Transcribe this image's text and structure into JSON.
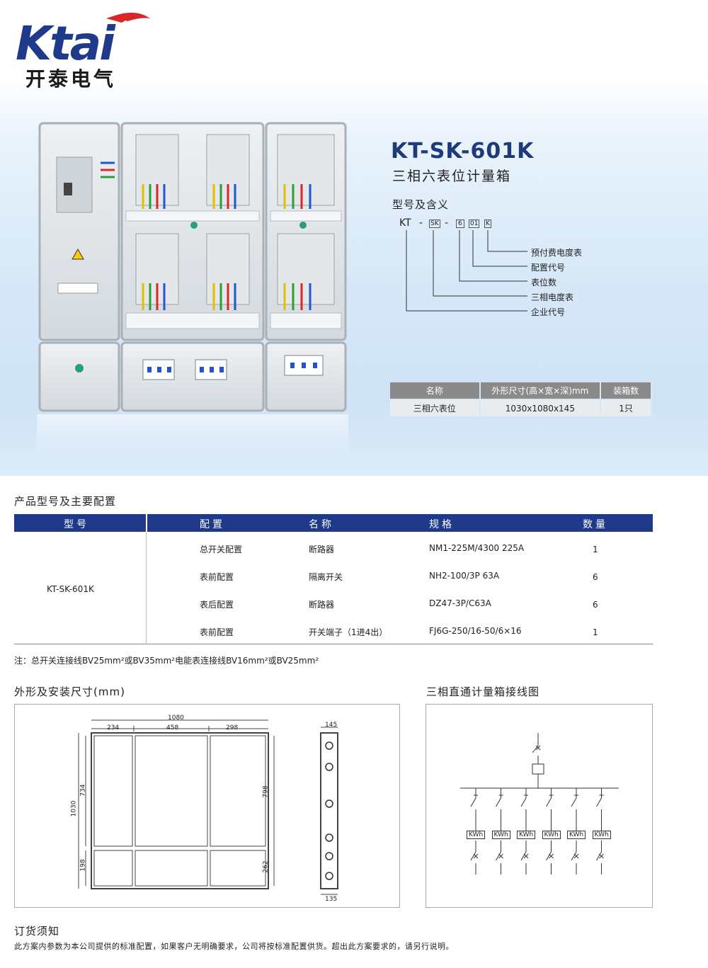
{
  "brand": {
    "logo_text": "Ktai",
    "name_cn": "开泰电气",
    "color_blue": "#1f3a8a",
    "color_red": "#d9262b"
  },
  "product": {
    "model": "KT-SK-601K",
    "subtitle": "三相六表位计量箱",
    "meaning_title": "型号及含义",
    "code": {
      "prefix": "KT",
      "dash1": "-",
      "box1": "SK",
      "dash2": "-",
      "box2": "6",
      "box3": "01",
      "box4": "K"
    },
    "meanings": [
      "预付费电度表",
      "配置代号",
      "表位数",
      "三相电度表",
      "企业代号"
    ]
  },
  "spec_mini": {
    "headers": [
      "名称",
      "外形尺寸(高×宽×深)mm",
      "装箱数"
    ],
    "row": [
      "三相六表位",
      "1030x1080x145",
      "1只"
    ]
  },
  "config": {
    "title": "产品型号及主要配置",
    "headers": [
      "型号",
      "配置",
      "名称",
      "规格",
      "数量"
    ],
    "model": "KT-SK-601K",
    "rows": [
      {
        "config": "总开关配置",
        "name": "断路器",
        "spec": "NM1-225M/4300 225A",
        "qty": "1"
      },
      {
        "config": "表前配置",
        "name": "隔离开关",
        "spec": "NH2-100/3P 63A",
        "qty": "6"
      },
      {
        "config": "表后配置",
        "name": "断路器",
        "spec": "DZ47-3P/C63A",
        "qty": "6"
      },
      {
        "config": "表前配置",
        "name": "开关端子（1进4出）",
        "spec": "FJ6G-250/16-50/6×16",
        "qty": "1"
      }
    ]
  },
  "note": "注：总开关连接线BV25mm²或BV35mm²电能表连接线BV16mm²或BV25mm²",
  "dimensions": {
    "title": "外形及安装尺寸(mm)",
    "width_total": "1080",
    "w1": "234",
    "w2": "458",
    "w3": "298",
    "height_total": "1030",
    "h_upper_left": "734",
    "h_lower_left": "198",
    "h_upper_right": "798",
    "h_lower_right": "262",
    "depth_top": "145",
    "depth_bottom": "135"
  },
  "wiring": {
    "title": "三相直通计量箱接线图",
    "meter_label": "KWh",
    "meter_count": 6
  },
  "order": {
    "title": "订货须知",
    "text": "此方案内参数为本公司提供的标准配置，如果客户无明确要求，公司将按标准配置供货。超出此方案要求的，请另行说明。"
  }
}
